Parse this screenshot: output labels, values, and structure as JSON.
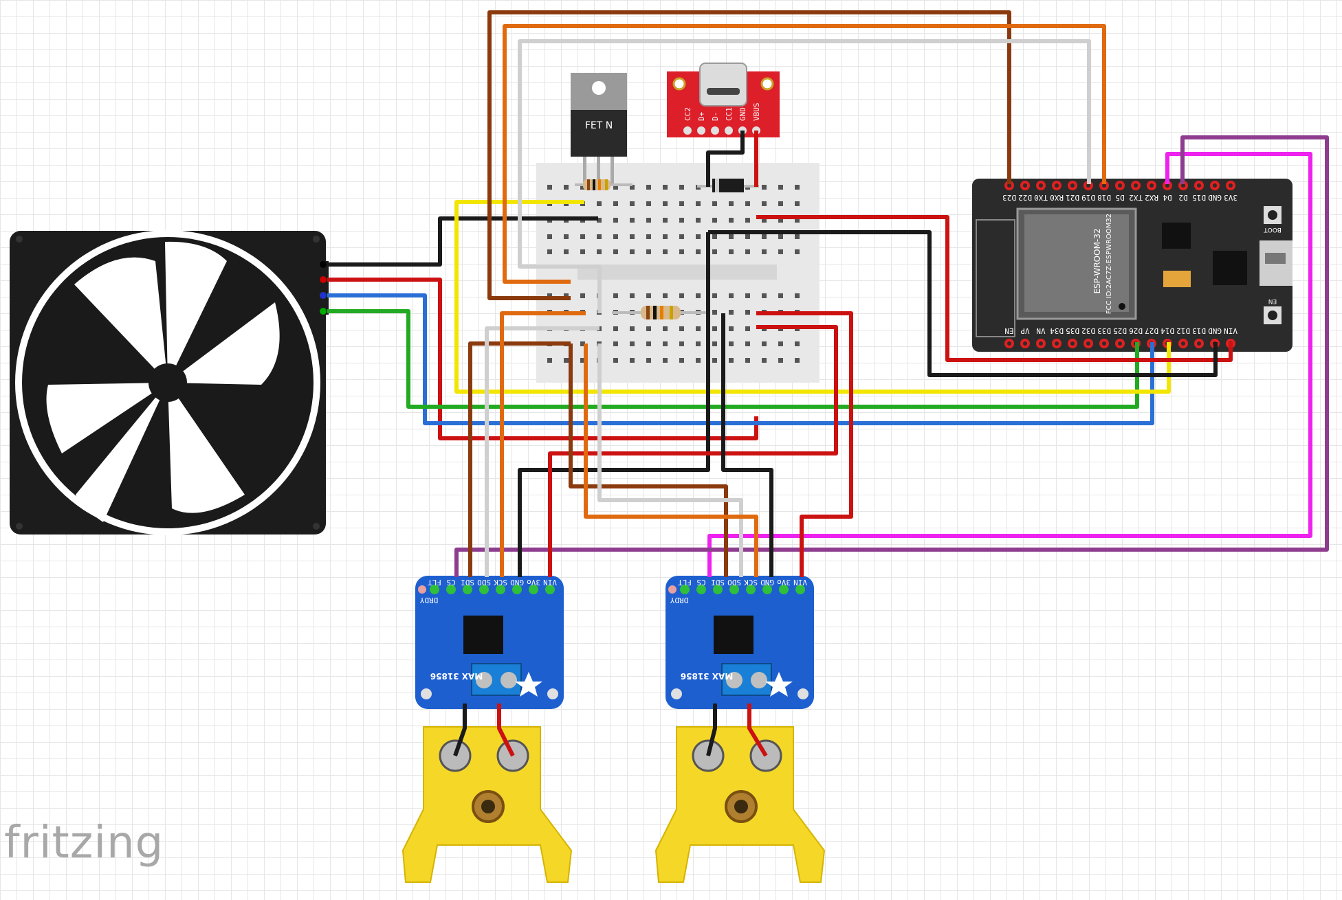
{
  "logo": "fritzing",
  "fet_label": "FET N",
  "esp32": {
    "module_text": "ESP-WROOM-32",
    "fcc_text": "FCC ID:2AC7Z-ESPWROOM32",
    "boot_label": "BOOT",
    "en_label": "EN",
    "top_pins": [
      "D23",
      "D22",
      "TX0",
      "RX0",
      "D21",
      "D19",
      "D18",
      "D5",
      "TX2",
      "RX2",
      "D4",
      "D2",
      "D15",
      "GND",
      "3V3"
    ],
    "bottom_pins": [
      "EN",
      "VP",
      "VN",
      "D34",
      "D35",
      "D32",
      "D33",
      "D25",
      "D26",
      "D27",
      "D14",
      "D12",
      "D13",
      "GND",
      "VIN"
    ]
  },
  "usbc_pins": [
    "CC2",
    "D+",
    "D-",
    "CC1",
    "GND",
    "VBUS"
  ],
  "thermocouple_boards": [
    {
      "top_pins": [
        "FLT",
        "CS",
        "SDI",
        "SDO",
        "SCK",
        "GND",
        "3Vo",
        "VIN"
      ],
      "extra_pin": "DRDY",
      "chip": "MAX 31856"
    },
    {
      "top_pins": [
        "FLT",
        "CS",
        "SDI",
        "SDO",
        "SCK",
        "GND",
        "3Vo",
        "VIN"
      ],
      "extra_pin": "DRDY",
      "chip": "MAX 31856"
    }
  ],
  "colors": {
    "wire_black": "#1a1a1a",
    "wire_red": "#cc1111",
    "wire_yellow": "#f2e600",
    "wire_green": "#22aa22",
    "wire_blue": "#2a6fd6",
    "wire_brown": "#8b3a0e",
    "wire_orange": "#e06a10",
    "wire_white": "#d0d0d0",
    "wire_magenta": "#ee22ee",
    "wire_purple": "#8e3d8e",
    "esp32_board": "#2b2b2b",
    "max_board": "#1e5fd0",
    "usbc_board": "#dd1f2a",
    "connector_yellow": "#f5d728"
  }
}
